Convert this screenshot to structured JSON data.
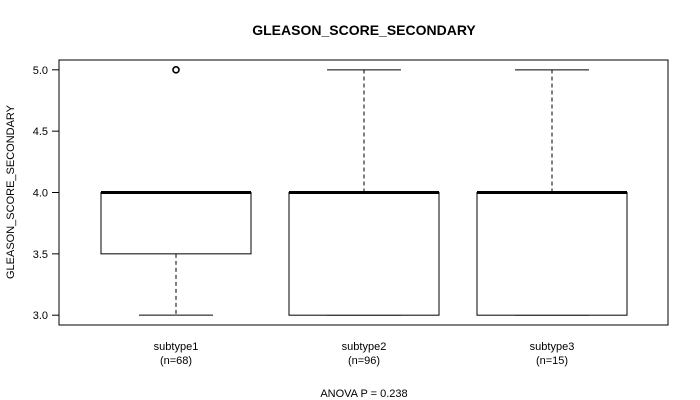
{
  "chart_data": {
    "type": "boxplot",
    "title": "GLEASON_SCORE_SECONDARY",
    "ylabel": "GLEASON_SCORE_SECONDARY",
    "footnote": "ANOVA P = 0.238",
    "ylim": [
      2.92,
      5.08
    ],
    "yticks": [
      "3.0",
      "3.5",
      "4.0",
      "4.5",
      "5.0"
    ],
    "boxes": [
      {
        "name": "subtype1",
        "n_label": "(n=68)",
        "whisker_low": 3.0,
        "q1": 3.5,
        "median": 4.0,
        "q3": 4.0,
        "whisker_high": 4.0,
        "outliers": [
          5.0
        ]
      },
      {
        "name": "subtype2",
        "n_label": "(n=96)",
        "whisker_low": 3.0,
        "q1": 3.0,
        "median": 4.0,
        "q3": 4.0,
        "whisker_high": 5.0,
        "outliers": []
      },
      {
        "name": "subtype3",
        "n_label": "(n=15)",
        "whisker_low": 3.0,
        "q1": 3.0,
        "median": 4.0,
        "q3": 4.0,
        "whisker_high": 5.0,
        "outliers": []
      }
    ],
    "colors": {
      "box_fill": "#ffffff",
      "stroke": "#000000"
    }
  }
}
